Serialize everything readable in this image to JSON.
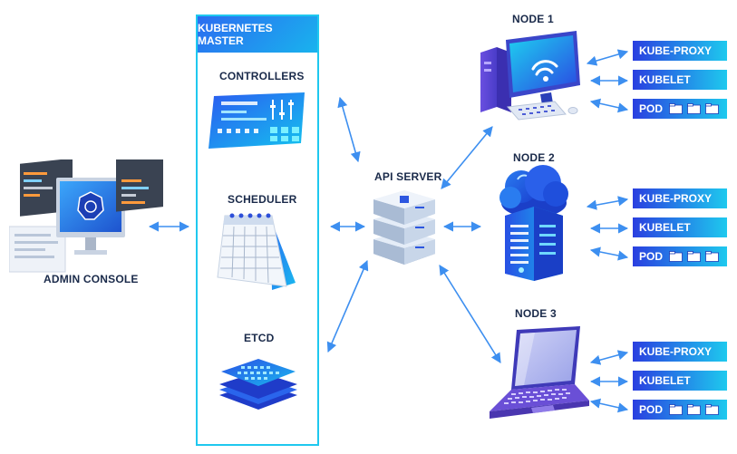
{
  "admin_console": {
    "label": "ADMIN CONSOLE"
  },
  "master": {
    "title": "KUBERNETES MASTER",
    "controllers": "CONTROLLERS",
    "scheduler": "SCHEDULER",
    "etcd": "ETCD"
  },
  "api_server": {
    "label": "API SERVER"
  },
  "nodes": [
    {
      "name": "NODE 1",
      "proxy": "KUBE-PROXY",
      "kubelet": "KUBELET",
      "pod": "POD"
    },
    {
      "name": "NODE 2",
      "proxy": "KUBE-PROXY",
      "kubelet": "KUBELET",
      "pod": "POD"
    },
    {
      "name": "NODE 3",
      "proxy": "KUBE-PROXY",
      "kubelet": "KUBELET",
      "pod": "POD"
    }
  ],
  "colors": {
    "arrow": "#3d8ff0",
    "accent_blue": "#2a3fe0",
    "accent_cyan": "#1ec9ee",
    "border": "#1fc8ef",
    "label_text": "#1a2a4a"
  }
}
